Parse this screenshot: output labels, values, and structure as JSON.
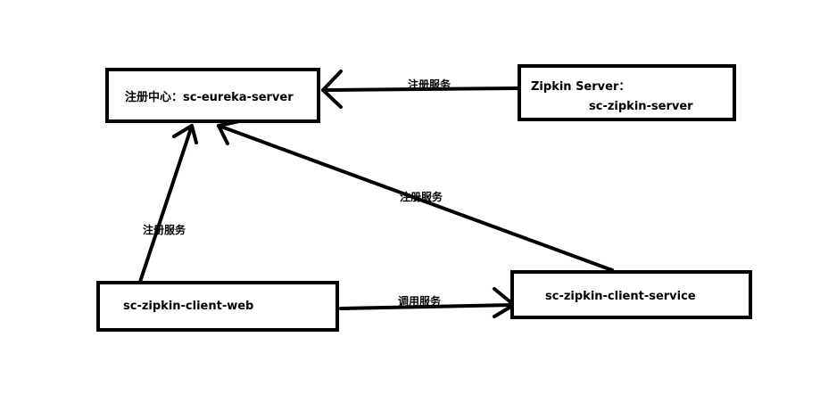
{
  "diagram": {
    "nodes": {
      "eureka": {
        "label": "注册中心：sc-eureka-server"
      },
      "zipkin_server": {
        "line1": "Zipkin Server：",
        "line2": "sc-zipkin-server"
      },
      "client_web": {
        "label": "sc-zipkin-client-web"
      },
      "client_service": {
        "label": "sc-zipkin-client-service"
      }
    },
    "edges": {
      "zipkin_to_eureka": "注册服务",
      "service_to_eureka": "注册服务",
      "web_to_eureka": "注册服务",
      "web_to_service": "调用服务"
    },
    "colors": {
      "stroke": "#000000",
      "background": "#ffffff"
    }
  }
}
